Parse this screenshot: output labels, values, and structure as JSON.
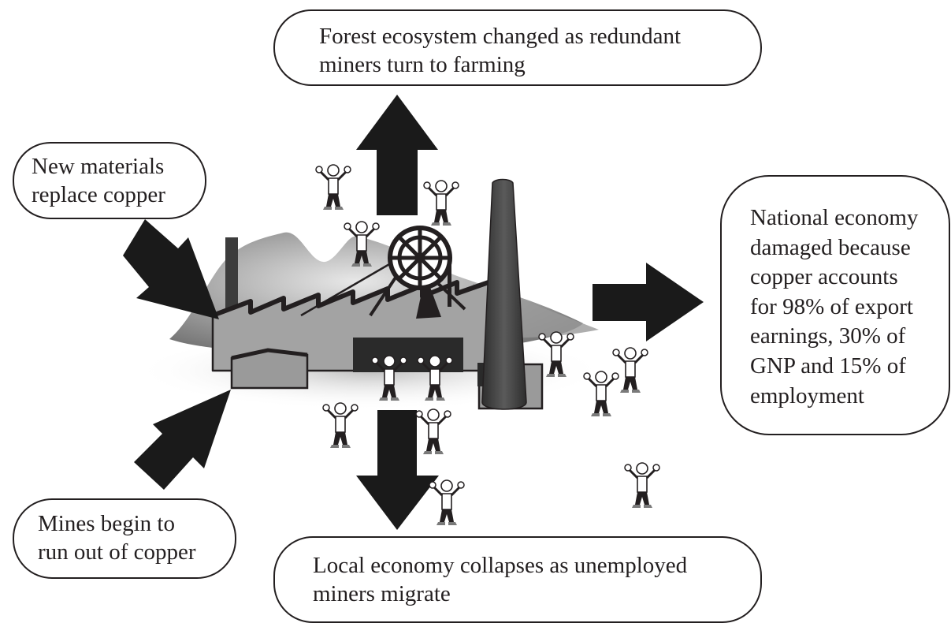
{
  "bubbles": {
    "forest": "Forest ecosystem changed as redundant\nminers turn to farming",
    "new_materials": "New materials\nreplace copper",
    "national": "National economy\ndamaged because\ncopper accounts\nfor 98% of export\nearnings, 30% of\nGNP and 15% of\nemployment",
    "mines": "Mines begin to\nrun out of copper",
    "local": "Local economy collapses as unemployed\nminers migrate"
  },
  "colors": {
    "ink": "#231f20",
    "arrow": "#1a1a1a",
    "factory": "#9e9e9e",
    "hills": "#a8a8a8",
    "chimney": "#4a4a4a"
  },
  "icons": [
    "factory-icon",
    "mine-headframe-icon",
    "chimney-icon",
    "hills-icon",
    "person-icon",
    "arrow-icon"
  ]
}
